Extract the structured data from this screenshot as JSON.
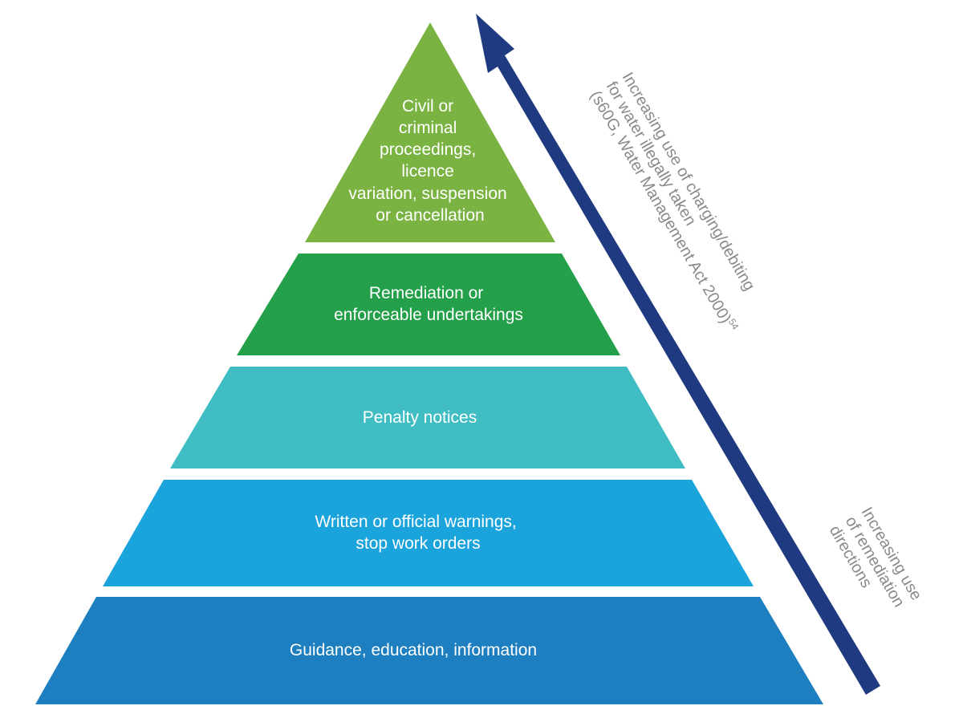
{
  "colors": {
    "tier_1": "#7ab342",
    "tier_2": "#23a049",
    "tier_3": "#3fbdc3",
    "tier_4": "#1ba3dc",
    "tier_5": "#1d7fbf",
    "arrow": "#1f3a80",
    "side_text": "#8a8a8a"
  },
  "pyramid": {
    "tiers": [
      {
        "label_lines": [
          "Civil or",
          "criminal",
          "proceedings,",
          "licence",
          "variation, suspension",
          "or cancellation"
        ]
      },
      {
        "label_lines": [
          "Remediation or",
          "enforceable undertakings"
        ]
      },
      {
        "label_lines": [
          "Penalty notices"
        ]
      },
      {
        "label_lines": [
          "Written or official warnings,",
          "stop work orders"
        ]
      },
      {
        "label_lines": [
          "Guidance, education, information"
        ]
      }
    ]
  },
  "arrow_annotation": {
    "lines": [
      "Increasing use of charging/debiting",
      "for water illegally taken",
      "(s60G, Water Management Act 2000)"
    ],
    "superscript": "54"
  },
  "edge_annotation": {
    "lines": [
      "Increasing use",
      "of remediation",
      "directions"
    ]
  }
}
